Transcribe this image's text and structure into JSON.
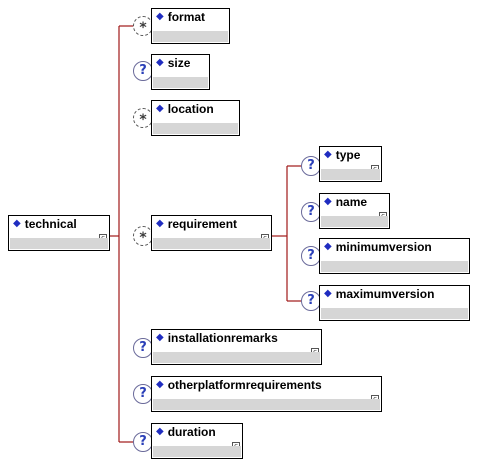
{
  "diagram": {
    "root": {
      "label": "technical"
    },
    "children": [
      {
        "label": "format",
        "cardinality": "*"
      },
      {
        "label": "size",
        "cardinality": "?"
      },
      {
        "label": "location",
        "cardinality": "*"
      },
      {
        "label": "requirement",
        "cardinality": "*"
      },
      {
        "label": "installationremarks",
        "cardinality": "?"
      },
      {
        "label": "otherplatformrequirements",
        "cardinality": "?"
      },
      {
        "label": "duration",
        "cardinality": "?"
      }
    ],
    "requirement_children": [
      {
        "label": "type",
        "cardinality": "?"
      },
      {
        "label": "name",
        "cardinality": "?"
      },
      {
        "label": "minimumversion",
        "cardinality": "?"
      },
      {
        "label": "maximumversion",
        "cardinality": "?"
      }
    ],
    "expand_glyph": "c",
    "element_icon": "diamond-icon",
    "colors": {
      "connector": "#a01818",
      "diamond": "#1f2cc0",
      "strip": "#d6d6d6"
    }
  }
}
